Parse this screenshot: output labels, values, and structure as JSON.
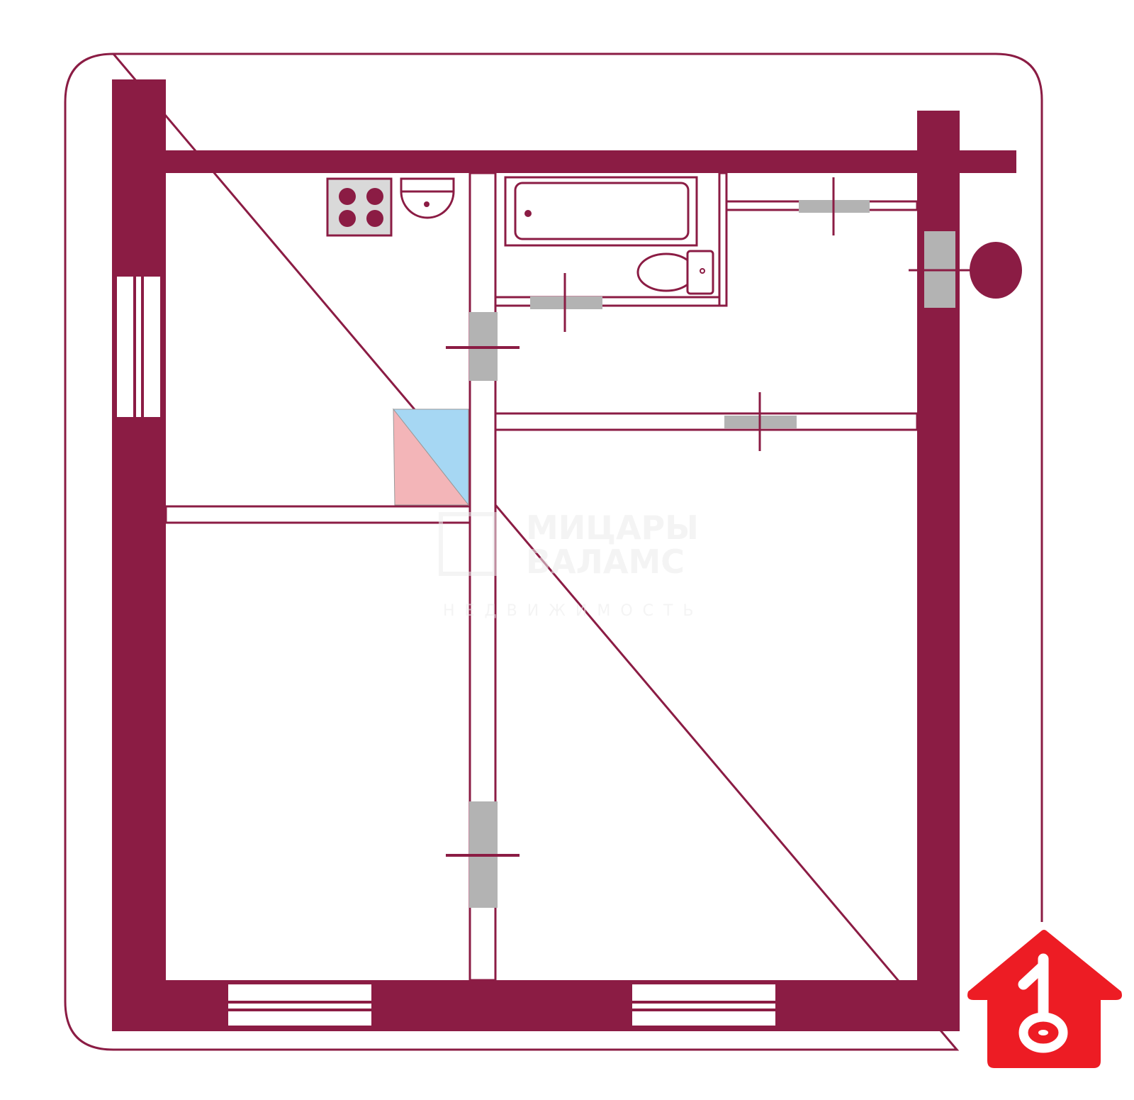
{
  "colors": {
    "wall": "#8b1c44",
    "background": "#ffffff",
    "door": "#b3b3b3",
    "appliance_fill": "#d9d9d9",
    "niche_pink": "#f3b5b8",
    "niche_blue": "#a6d7f3",
    "logo_red": "#ed1c24",
    "watermark": "#ececec"
  },
  "watermark": {
    "line1": "МИЦАРЫ",
    "line2": "ВАЛАМС",
    "line3": "НЕДВИЖИМОСТЬ"
  },
  "icons": [
    "stove-icon",
    "sink-icon",
    "bathtub-icon",
    "toilet-icon",
    "home-key-logo-icon",
    "utility-riser-icon"
  ]
}
